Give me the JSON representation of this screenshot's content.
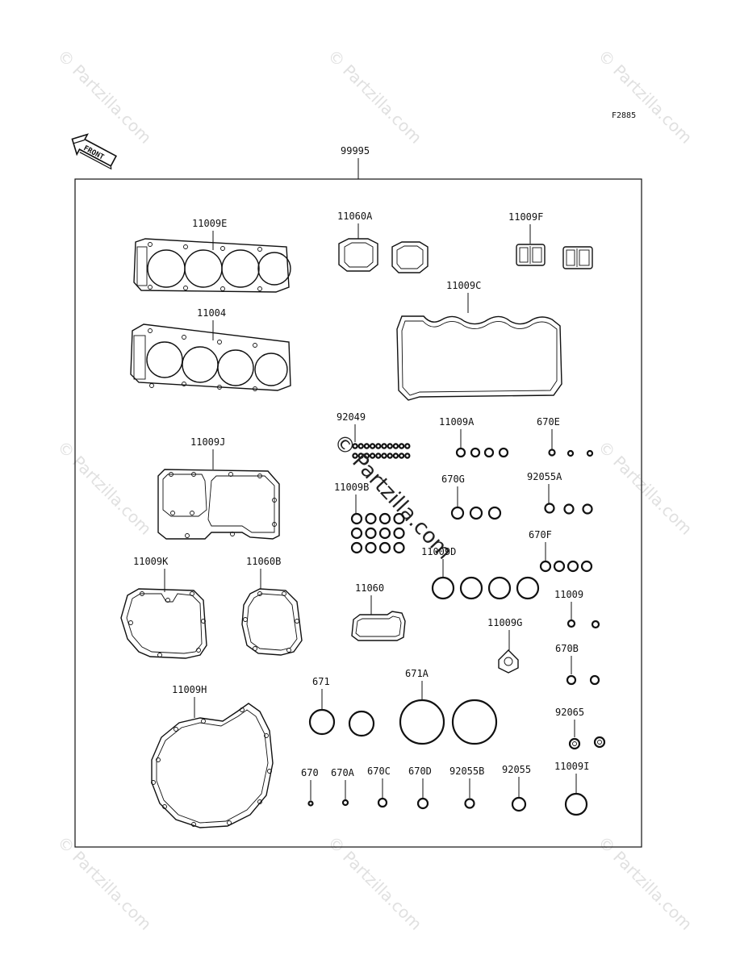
{
  "diagram": {
    "figure_code": "F2885",
    "assembly_label": "99995",
    "front_arrow_text": "FRONT",
    "center_watermark": "© Partzilla.com",
    "watermark_text": "© Partzilla.com",
    "parts": [
      {
        "id": "11009E",
        "label": "11009E"
      },
      {
        "id": "11060A",
        "label": "11060A"
      },
      {
        "id": "11009F",
        "label": "11009F"
      },
      {
        "id": "11009C",
        "label": "11009C"
      },
      {
        "id": "11004",
        "label": "11004"
      },
      {
        "id": "92049",
        "label": "92049"
      },
      {
        "id": "11009A",
        "label": "11009A"
      },
      {
        "id": "670E",
        "label": "670E"
      },
      {
        "id": "11009J",
        "label": "11009J"
      },
      {
        "id": "11009B",
        "label": "11009B"
      },
      {
        "id": "670G",
        "label": "670G"
      },
      {
        "id": "92055A",
        "label": "92055A"
      },
      {
        "id": "670F",
        "label": "670F"
      },
      {
        "id": "11009D",
        "label": "11009D"
      },
      {
        "id": "11009K",
        "label": "11009K"
      },
      {
        "id": "11060B",
        "label": "11060B"
      },
      {
        "id": "11060",
        "label": "11060"
      },
      {
        "id": "11009",
        "label": "11009"
      },
      {
        "id": "11009G",
        "label": "11009G"
      },
      {
        "id": "670B",
        "label": "670B"
      },
      {
        "id": "11009H",
        "label": "11009H"
      },
      {
        "id": "671",
        "label": "671"
      },
      {
        "id": "671A",
        "label": "671A"
      },
      {
        "id": "92065",
        "label": "92065"
      },
      {
        "id": "670",
        "label": "670"
      },
      {
        "id": "670A",
        "label": "670A"
      },
      {
        "id": "670C",
        "label": "670C"
      },
      {
        "id": "670D",
        "label": "670D"
      },
      {
        "id": "92055B",
        "label": "92055B"
      },
      {
        "id": "92055",
        "label": "92055"
      },
      {
        "id": "11009I",
        "label": "11009I"
      }
    ]
  }
}
